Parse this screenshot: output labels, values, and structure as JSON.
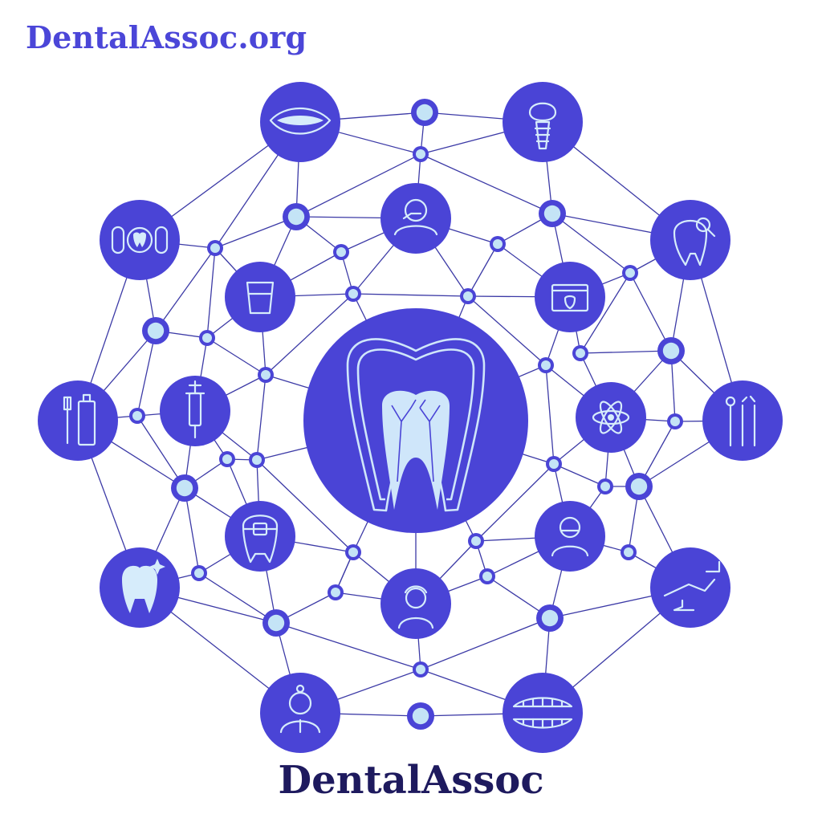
{
  "header": {
    "site_url": "DentalAssoc.org"
  },
  "footer": {
    "brand": "DentalAssoc"
  },
  "colors": {
    "primary": "#4a44d6",
    "icon_stroke": "#d6ecfb",
    "node_center": "#c4e4f6",
    "edge": "#3c3aa6",
    "brand_text": "#1e1a5e",
    "url_text": "#4b46d8"
  },
  "center_icon": "tooth-root-canal-cross-section-icon",
  "nodes": [
    {
      "id": "smile",
      "icon": "smile-teeth-icon"
    },
    {
      "id": "implant",
      "icon": "dental-implant-icon"
    },
    {
      "id": "pills",
      "icon": "pills-tooth-icon"
    },
    {
      "id": "brushing",
      "icon": "person-brushing-teeth-icon"
    },
    {
      "id": "enamel",
      "icon": "tooth-magnifier-icon"
    },
    {
      "id": "cup",
      "icon": "rinse-cup-icon"
    },
    {
      "id": "xray",
      "icon": "dental-xray-screen-icon"
    },
    {
      "id": "toothbrush",
      "icon": "toothbrush-toothpaste-icon"
    },
    {
      "id": "syringe",
      "icon": "anesthesia-syringe-icon"
    },
    {
      "id": "atom",
      "icon": "atom-tooth-icon"
    },
    {
      "id": "tools",
      "icon": "dental-tools-icon"
    },
    {
      "id": "braces",
      "icon": "tooth-braces-icon"
    },
    {
      "id": "surgeon",
      "icon": "dental-surgeon-icon"
    },
    {
      "id": "clean",
      "icon": "clean-tooth-sparkle-icon"
    },
    {
      "id": "dentist-woman",
      "icon": "dentist-woman-icon"
    },
    {
      "id": "chair",
      "icon": "dental-chair-icon"
    },
    {
      "id": "dentist-man",
      "icon": "dentist-man-icon"
    },
    {
      "id": "dentures",
      "icon": "dentures-icon"
    }
  ]
}
